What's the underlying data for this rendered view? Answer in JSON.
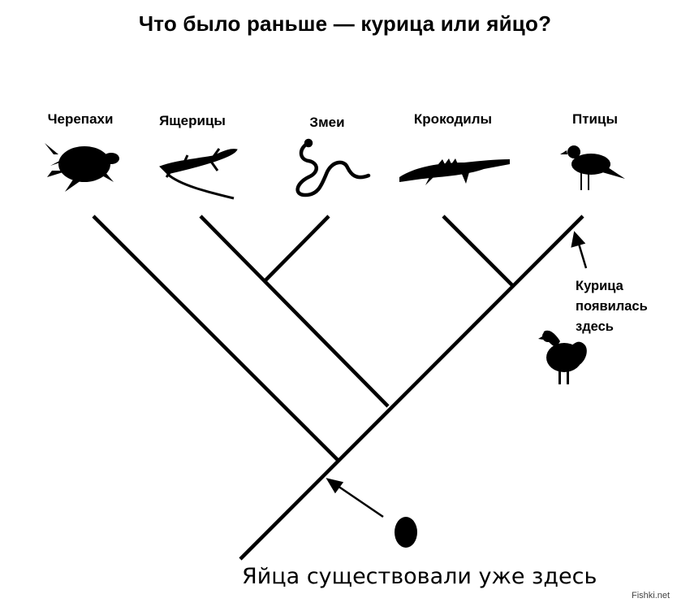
{
  "title": "Что было раньше — курица или яйцо?",
  "taxa": [
    {
      "label": "Черепахи",
      "icon": "turtle-icon"
    },
    {
      "label": "Ящерицы",
      "icon": "lizard-icon"
    },
    {
      "label": "Змеи",
      "icon": "snake-icon"
    },
    {
      "label": "Крокодилы",
      "icon": "crocodile-icon"
    },
    {
      "label": "Птицы",
      "icon": "bird-icon"
    }
  ],
  "chicken_note": [
    "Курица",
    "появилась",
    "здесь"
  ],
  "egg_note": "Яйца существовали уже здесь",
  "watermark": "Fishki.net",
  "colors": {
    "ink": "#000000",
    "background": "#ffffff"
  }
}
